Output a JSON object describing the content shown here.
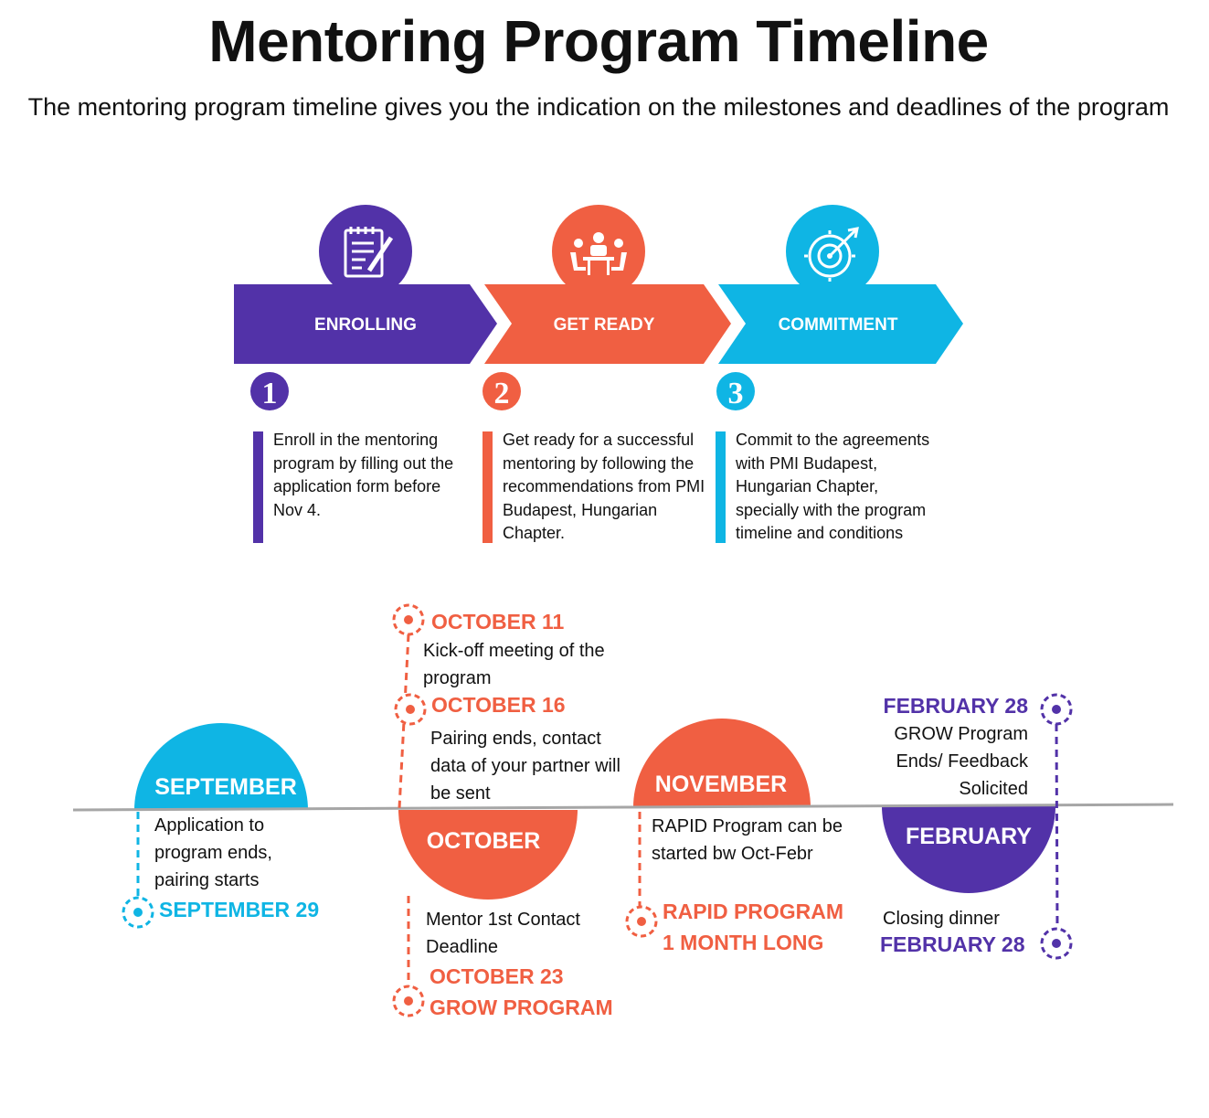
{
  "title": "Mentoring Program Timeline",
  "subtitle": "The mentoring program timeline gives you the indication on the milestones and deadlines of the program",
  "colors": {
    "purple": "#5232a8",
    "orange": "#f05f42",
    "cyan": "#0fb5e4",
    "line": "#a6a6a6"
  },
  "steps": [
    {
      "number": "1",
      "label": "ENROLLING",
      "icon": "checklist-pencil-icon",
      "color": "#5232a8",
      "desc": "Enroll in the mentoring program by filling out the application form before Nov 4."
    },
    {
      "number": "2",
      "label": "GET READY",
      "icon": "meeting-table-icon",
      "color": "#f05f42",
      "desc": "Get ready for a successful mentoring by following the recommendations from PMI Budapest, Hungarian Chapter."
    },
    {
      "number": "3",
      "label": "COMMITMENT",
      "icon": "target-arrow-icon",
      "color": "#0fb5e4",
      "desc": "Commit to the agreements with PMI Budapest, Hungarian Chapter, specially with the program timeline and conditions"
    }
  ],
  "months": {
    "september": "SEPTEMBER",
    "october": "OCTOBER",
    "november": "NOVEMBER",
    "february": "FEBRUARY"
  },
  "milestones": {
    "sep29": {
      "date": "SEPTEMBER 29",
      "text": "Application to program ends, pairing starts"
    },
    "oct11": {
      "date": "OCTOBER 11",
      "text": "Kick-off meeting of the program"
    },
    "oct16": {
      "date": "OCTOBER 16",
      "text": "Pairing ends, contact data of your partner will be sent"
    },
    "oct23": {
      "date": "OCTOBER 23",
      "date2": "GROW PROGRAM",
      "text": "Mentor 1st Contact Deadline"
    },
    "rapid": {
      "date": "RAPID PROGRAM",
      "date2": "1 MONTH LONG",
      "text": "RAPID Program can be started bw Oct-Febr"
    },
    "feb28a": {
      "date": "FEBRUARY 28",
      "text": "GROW Program Ends/ Feedback Solicited"
    },
    "feb28b": {
      "date": "FEBRUARY 28",
      "text": "Closing dinner"
    }
  }
}
